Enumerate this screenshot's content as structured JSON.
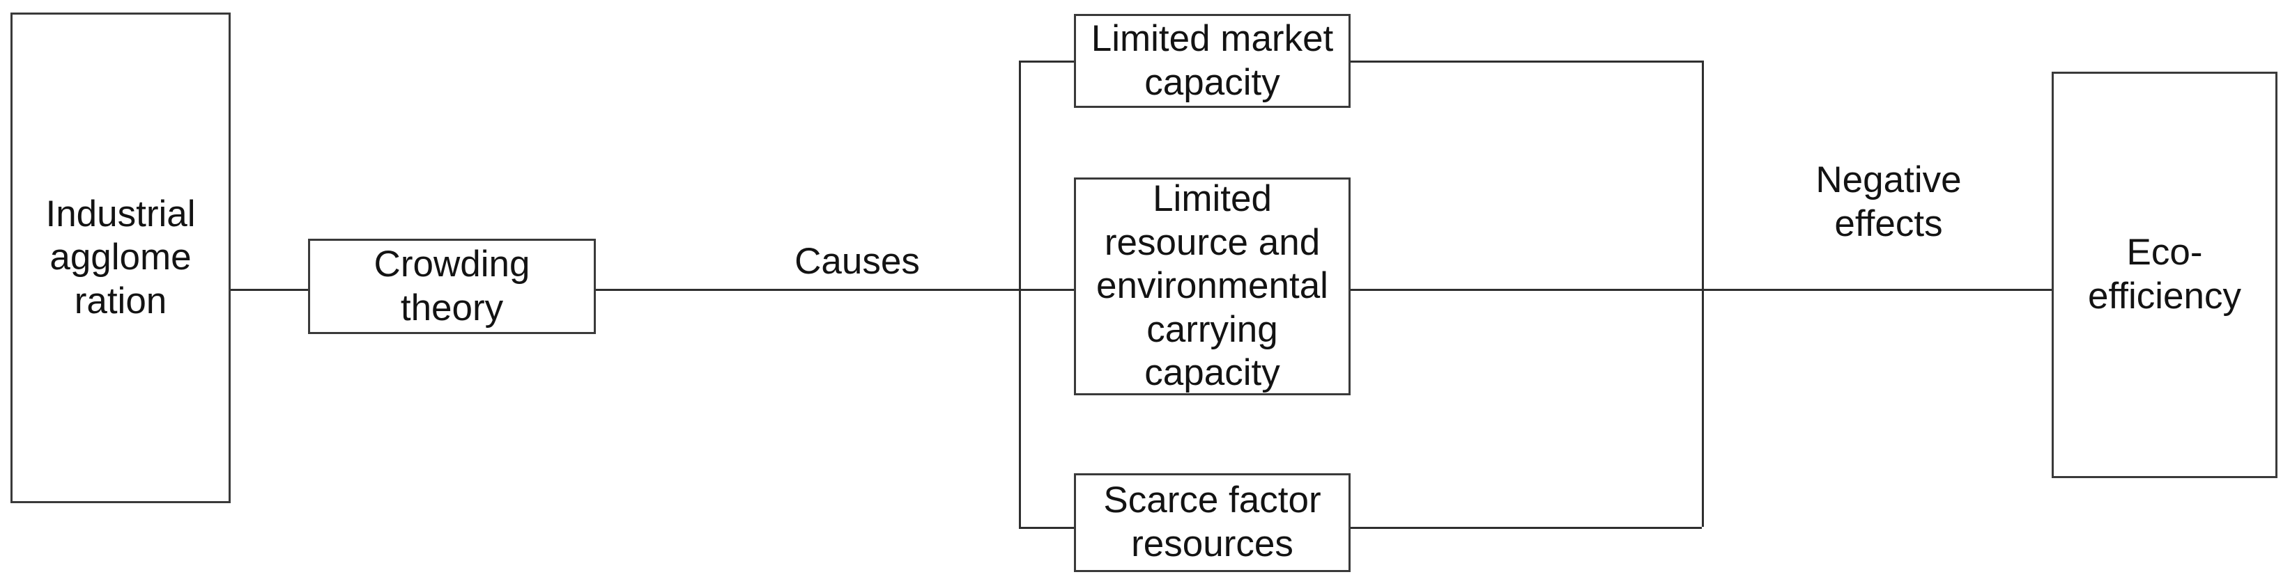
{
  "diagram": {
    "title_text_color": "#131313",
    "line_color": "#2f2f2f",
    "box_border_color": "#3a3a3a",
    "background": "#ffffff",
    "nodes": {
      "industrial": {
        "label": "Industrial\nagglome\nration"
      },
      "crowding": {
        "label": "Crowding theory"
      },
      "market": {
        "label": "Limited market capacity"
      },
      "resource": {
        "label": "Limited resource and\nenvironmental carrying\ncapacity"
      },
      "scarce": {
        "label": "Scarce factor resources"
      },
      "eco": {
        "label": "Eco-\nefficiency"
      }
    },
    "edge_labels": {
      "causes": "Causes",
      "negative_effects": "Negative\neffects"
    }
  }
}
